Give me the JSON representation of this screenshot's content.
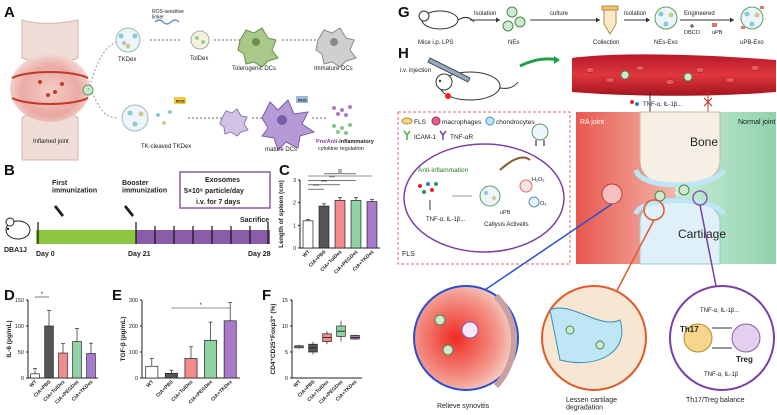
{
  "panel_labels": {
    "A": "A",
    "B": "B",
    "C": "C",
    "D": "D",
    "E": "E",
    "F": "F",
    "G": "G",
    "H": "H"
  },
  "panelA": {
    "ros_linker": "ROS-sensitive\nlinker",
    "tkdex": "TKDex",
    "toldex": "TolDex",
    "tolerogenic_dcs": "Tolerogenic DCs",
    "immature_dcs": "Immature DCs",
    "inflamed_joint": "Inflamed joint",
    "tk_cleaved": "TK-cleaved TKDex",
    "mature_dcs": "mature DCs",
    "ros": "ROS",
    "pro_anti": "Pro/Anti",
    "pro_anti_rest": "-inflammatory",
    "cytokine_reg": "cytokine regulation"
  },
  "panelB": {
    "mouse_label": "DBA1J",
    "first_immunization": "First\nimmunization",
    "booster_immunization": "Booster\nimmunization",
    "exosome_box": [
      "Exosomes",
      "5×10⁹ particle/day",
      "i.v. for 7 days"
    ],
    "sacrifice": "Sacrifice",
    "day0": "Day 0",
    "day21": "Day 21",
    "day28": "Day 28"
  },
  "panelG": {
    "mice": "Mice i.p. LPS",
    "isolation1": "Isolation",
    "nes": "NEs",
    "culture": "culture",
    "collection": "Collection",
    "isolation2": "Isolation",
    "nes_exo": "NEs-Exo",
    "engineered": "Engineered",
    "dbco": "DBCO",
    "upb": "uPB",
    "upb_exo": "uPB-Exo"
  },
  "panelH": {
    "iv_injection": "i.v. injection",
    "tnf_il": "TNF-α, IL-1β...",
    "legend": [
      "FLS",
      "macrophages",
      "chondrocytes",
      "ICAM-1",
      "TNF-αR"
    ],
    "anti_inflammation": "Anti-inflammation",
    "tnf_il_arrow": "TNF-α, IL-1β...",
    "h2o2": "H₂O₂",
    "o2": "O₂",
    "upb": "uPB",
    "catalysis": "Catlysis Activeits",
    "fls": "FLS",
    "ra_joint": "RA joint",
    "normal_joint": "Normal joint",
    "bone": "Bone",
    "cartilage": "Cartilage",
    "relieve_synovitis": "Relieve synovitis",
    "lessen_cartilage": "Lessen cartilage\ndegradation",
    "th17_treg": "Th17/Treg balance",
    "th17": "Th17",
    "treg": "Treg",
    "circle3_top": "TNF-α, IL-1β...",
    "circle3_bottom": "TNF-α, IL-1β"
  },
  "colors": {
    "ctrl": "#ffffff",
    "pbs": "#555555",
    "toldex": "#f28b8b",
    "pegdex": "#8fd3a4",
    "tkdex": "#a77bc9",
    "green_bar": "#8cc53f",
    "purple_bar": "#8b5ca8"
  },
  "chart_data": [
    {
      "id": "C",
      "type": "bar",
      "ylabel": "Length of spleen (cm)",
      "categories": [
        "WT",
        "CIA+PBS",
        "CIA+TolDex",
        "CIA+PEGDex",
        "CIA+TKDex"
      ],
      "values": [
        1.2,
        1.85,
        2.1,
        2.1,
        2.05
      ],
      "errors": [
        0.05,
        0.1,
        0.12,
        0.12,
        0.1
      ],
      "ylim": [
        0,
        3
      ],
      "yticks": [
        "0",
        "1",
        "2",
        "3"
      ],
      "significance": [
        "**",
        "***",
        "***",
        "***",
        "**"
      ]
    },
    {
      "id": "D",
      "type": "bar",
      "ylabel": "IL-6 (pg/mL)",
      "categories": [
        "WT",
        "CIA+PBS",
        "CIA+TolDex",
        "CIA+PEGDex",
        "CIA+TKDex"
      ],
      "values": [
        8,
        100,
        48,
        70,
        47
      ],
      "errors": [
        10,
        30,
        18,
        25,
        20
      ],
      "ylim": [
        0,
        150
      ],
      "yticks": [
        "0",
        "50",
        "100",
        "150"
      ],
      "significance": [
        "*"
      ]
    },
    {
      "id": "E",
      "type": "bar",
      "ylabel": "TGF-β (pg/mL)",
      "categories": [
        "WT",
        "CIA+PBS",
        "CIA+TolDex",
        "CIA+PEGDex",
        "CIA+TKDex"
      ],
      "values": [
        45,
        18,
        75,
        145,
        220
      ],
      "errors": [
        30,
        12,
        45,
        70,
        70
      ],
      "ylim": [
        0,
        300
      ],
      "yticks": [
        "0",
        "100",
        "200",
        "300"
      ],
      "significance": [
        "*"
      ]
    },
    {
      "id": "F",
      "type": "box",
      "ylabel": "CD4⁺CD25⁺Foxp3⁺ (%)",
      "categories": [
        "WT",
        "CIA+PBS",
        "CIA+TolDex",
        "CIA+PEGDex",
        "CIA+TKDex"
      ],
      "medians": [
        6,
        5.8,
        7.8,
        9,
        7.8
      ],
      "box_low": [
        5.8,
        5,
        7,
        8,
        7.5
      ],
      "box_high": [
        6.2,
        6.5,
        8.5,
        10,
        8.2
      ],
      "whisker_low": [
        5.6,
        4.5,
        6.5,
        7,
        7.3
      ],
      "whisker_high": [
        6.4,
        7,
        9,
        11,
        8.4
      ],
      "ylim": [
        0,
        15
      ],
      "yticks": [
        "0",
        "5",
        "10",
        "15"
      ]
    }
  ]
}
